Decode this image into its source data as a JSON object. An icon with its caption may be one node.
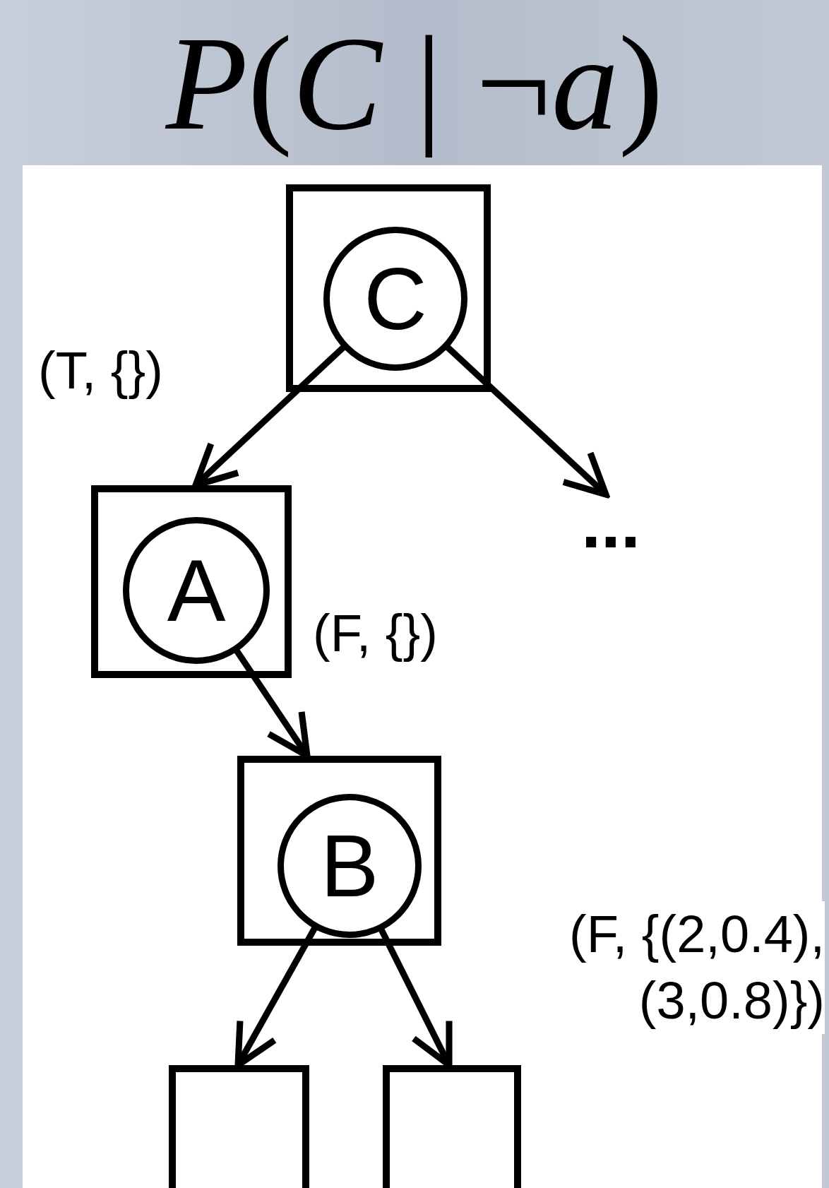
{
  "diagram": {
    "title": "*P*(*C* | ¬*a*)",
    "nodes": [
      {
        "text": [],
        "shape": "box"
      },
      {
        "text": [
          "C"
        ],
        "in": 0
      },
      {
        "text": [],
        "shape": "box"
      },
      {
        "text": [
          "A"
        ],
        "in": 2
      },
      {
        "text": [
          "..."
        ]
      },
      {
        "text": [],
        "shape": "box"
      },
      {
        "text": [
          "B"
        ],
        "in": 5
      },
      {
        "text": [],
        "shape": "box"
      },
      {
        "text": [],
        "shape": "box"
      }
    ],
    "edges": [
      {
        "from": 1,
        "to": 2,
        "arrow": "to",
        "label": "(T, {})"
      },
      {
        "from": 1,
        "to": 4,
        "arrow": "to"
      },
      {
        "from": 3,
        "to": 5,
        "arrow": "to",
        "label": "(F, {})"
      },
      {
        "from": 6,
        "to": 7,
        "arrow": "to"
      },
      {
        "from": 6,
        "to": 8,
        "arrow": "to",
        "label": "(F, {(2,0.4), (3,0.8)})"
      }
    ]
  }
}
